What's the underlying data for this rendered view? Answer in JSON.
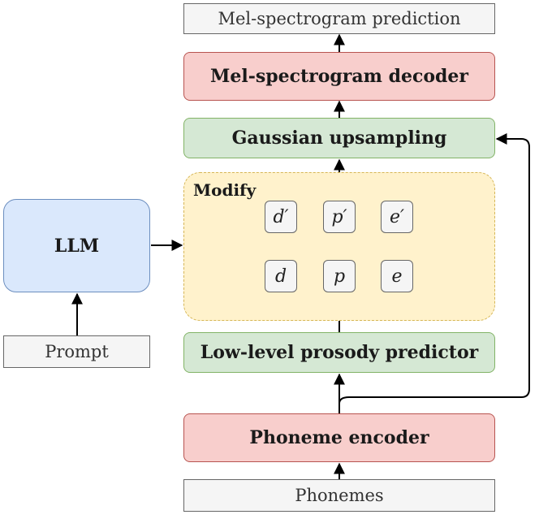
{
  "nodes": {
    "mel_prediction": "Mel-spectrogram prediction",
    "mel_decoder": "Mel-spectrogram decoder",
    "gaussian_upsampling": "Gaussian upsampling",
    "modify": "Modify",
    "llm": "LLM",
    "prompt": "Prompt",
    "prosody_predictor": "Low-level prosody predictor",
    "phoneme_encoder": "Phoneme encoder",
    "phonemes": "Phonemes"
  },
  "variables": {
    "d": "d",
    "p": "p",
    "e": "e",
    "d_mod": "d′",
    "p_mod": "p′",
    "e_mod": "e′"
  },
  "colors": {
    "red_fill": "#f8cecc",
    "green_fill": "#d5e8d4",
    "blue_fill": "#dae8fc",
    "yellow_fill": "#fff2cc",
    "gray_fill": "#f5f5f5"
  }
}
